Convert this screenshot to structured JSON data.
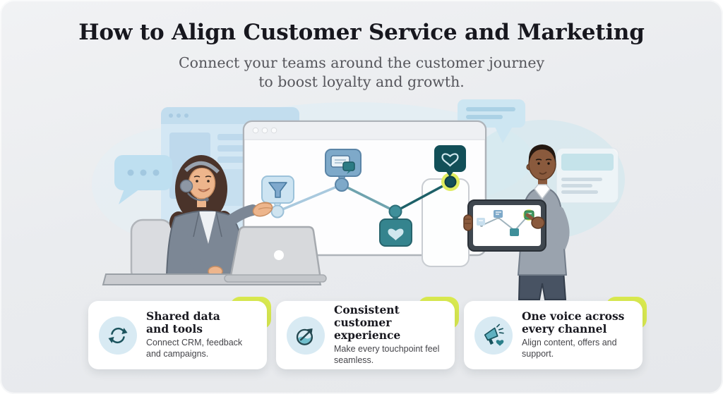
{
  "header": {
    "title": "How to Align Customer Service and Marketing",
    "subtitle_line1": "Connect your teams around the customer journey",
    "subtitle_line2": "to boost loyalty and growth."
  },
  "scene": {
    "icons": [
      "chat-bubble-dots-icon",
      "browser-mockup-icon",
      "presentation-screen",
      "journey-funnel-icon",
      "journey-chat-icon",
      "journey-heart-badge-icon",
      "journey-loyalty-heart-icon",
      "headset-agent-figure",
      "laptop-icon",
      "tablet-journey-chart-icon",
      "marketer-figure",
      "chat-bubble-lines-icon",
      "card-mockup-icon"
    ]
  },
  "cards": [
    {
      "icon": "sync-arrows-icon",
      "title_line1": "Shared data",
      "title_line2": "and tools",
      "description": "Connect CRM, feedback and campaigns."
    },
    {
      "icon": "trend-up-icon",
      "title_line1": "Consistent customer",
      "title_line2": "experience",
      "description": "Make every touchpoint feel seamless."
    },
    {
      "icon": "megaphone-icon",
      "title_line1": "One voice across",
      "title_line2": "every channel",
      "description": "Align content, offers and support."
    }
  ],
  "colors": {
    "accent_lime": "#d9e94f",
    "dark_teal": "#124f58",
    "teal": "#3f8f9a",
    "steel_blue": "#7ea9c9",
    "light_blue": "#cde4f2"
  }
}
